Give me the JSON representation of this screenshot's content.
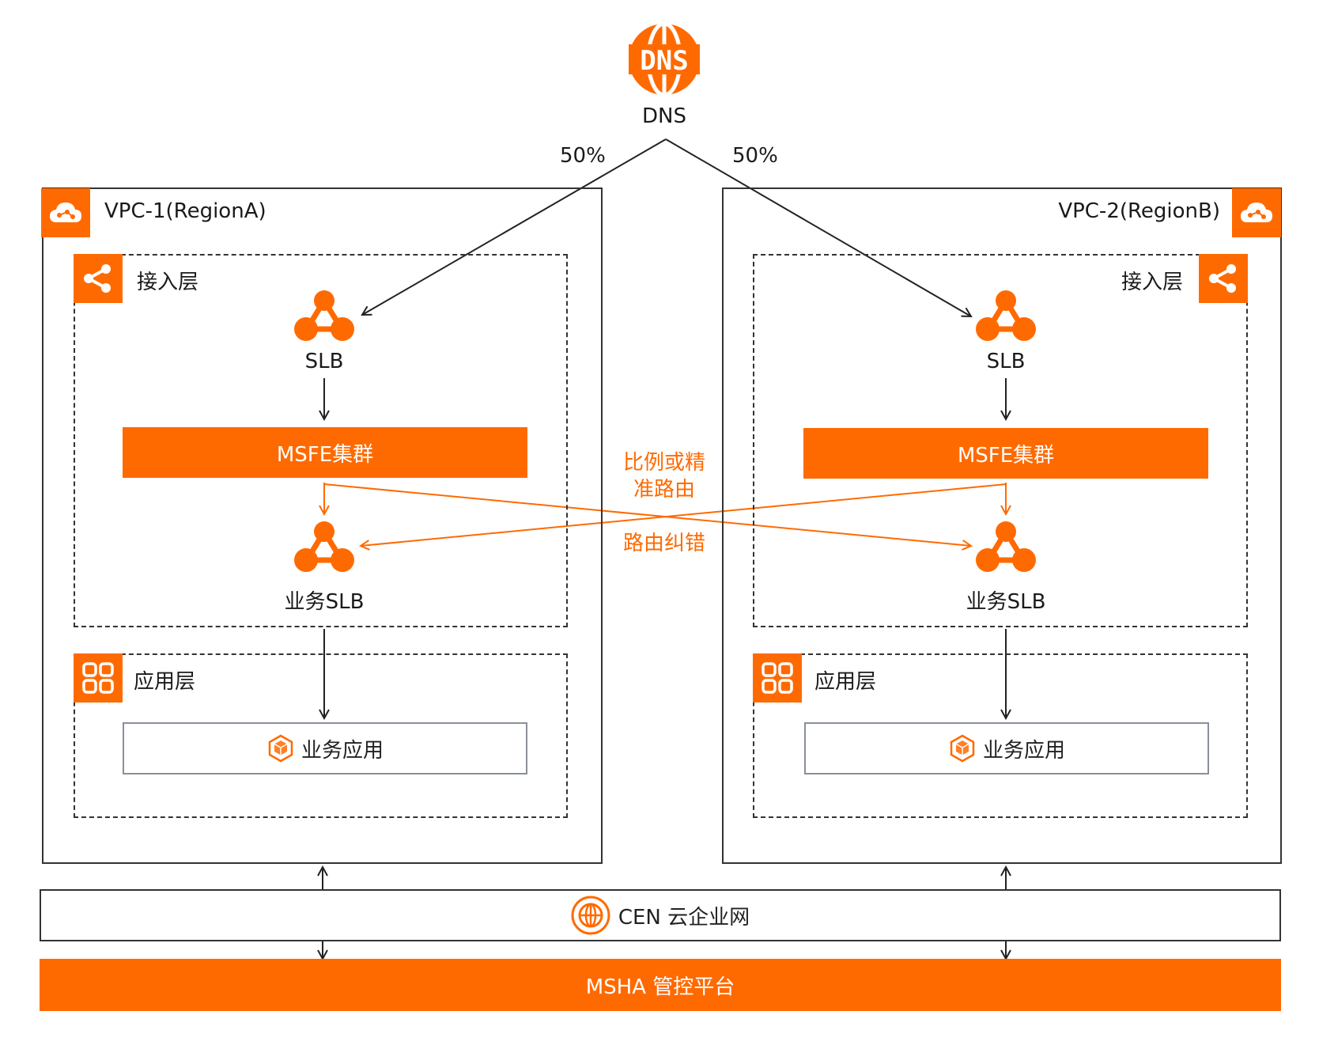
{
  "dns": {
    "label": "DNS",
    "logo_text": "DNS",
    "split_left": "50%",
    "split_right": "50%"
  },
  "vpc_left": {
    "title": "VPC-1(RegionA)",
    "access_layer": "接入层",
    "slb": "SLB",
    "msfe": "MSFE集群",
    "biz_slb": "业务SLB",
    "app_layer": "应用层",
    "app": "业务应用"
  },
  "vpc_right": {
    "title": "VPC-2(RegionB)",
    "access_layer": "接入层",
    "slb": "SLB",
    "msfe": "MSFE集群",
    "biz_slb": "业务SLB",
    "app_layer": "应用层",
    "app": "业务应用"
  },
  "center": {
    "route_ratio_line1": "比例或精",
    "route_ratio_line2": "准路由",
    "route_correction": "路由纠错"
  },
  "cen": {
    "label": "CEN 云企业网"
  },
  "msha": {
    "label": "MSHA 管控平台"
  },
  "colors": {
    "accent": "#ff6a00",
    "line": "#333333",
    "app_border": "#8a8f99"
  },
  "icons": [
    "dns-globe-icon",
    "cloud-icon",
    "share-icon",
    "slb-icon",
    "grid-icon",
    "cube-icon",
    "globe-icon"
  ]
}
